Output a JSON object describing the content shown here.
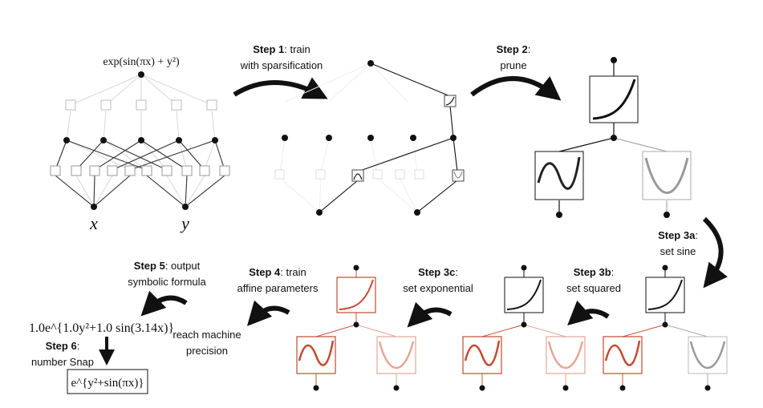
{
  "formula_top": {
    "text": "exp(sin(πx) + y²)"
  },
  "vars": {
    "x": "x",
    "y": "y"
  },
  "steps": {
    "s1": {
      "bold": "Step 1",
      "rest": ": train",
      "line2": "with sparsification"
    },
    "s2": {
      "bold": "Step 2",
      "rest": ":",
      "line2": "prune"
    },
    "s3a": {
      "bold": "Step 3a",
      "rest": ":",
      "line2": "set sine"
    },
    "s3b": {
      "bold": "Step 3b",
      "rest": ":",
      "line2": "set squared"
    },
    "s3c": {
      "bold": "Step 3c",
      "rest": ":",
      "line2": "set exponential"
    },
    "s4": {
      "bold": "Step 4",
      "rest": ": train",
      "line2": "affine parameters"
    },
    "s5": {
      "bold": "Step 5",
      "rest": ": output",
      "line2": "symbolic formula"
    },
    "s6": {
      "bold": "Step 6",
      "rest": ":",
      "line2": "number Snap"
    }
  },
  "precision_note": {
    "line1": "reach machine",
    "line2": "precision"
  },
  "output_formula": {
    "text": "1.0e^{1.0y²+1.0 sin(3.14x)}"
  },
  "snapped_formula": {
    "text": "e^{y²+sin(πx)}"
  },
  "colors": {
    "ink": "#111111",
    "faint": "#cccccc",
    "grey_curve": "#999999",
    "orange": "#cc4a2c",
    "orange_light": "#e6a596"
  }
}
